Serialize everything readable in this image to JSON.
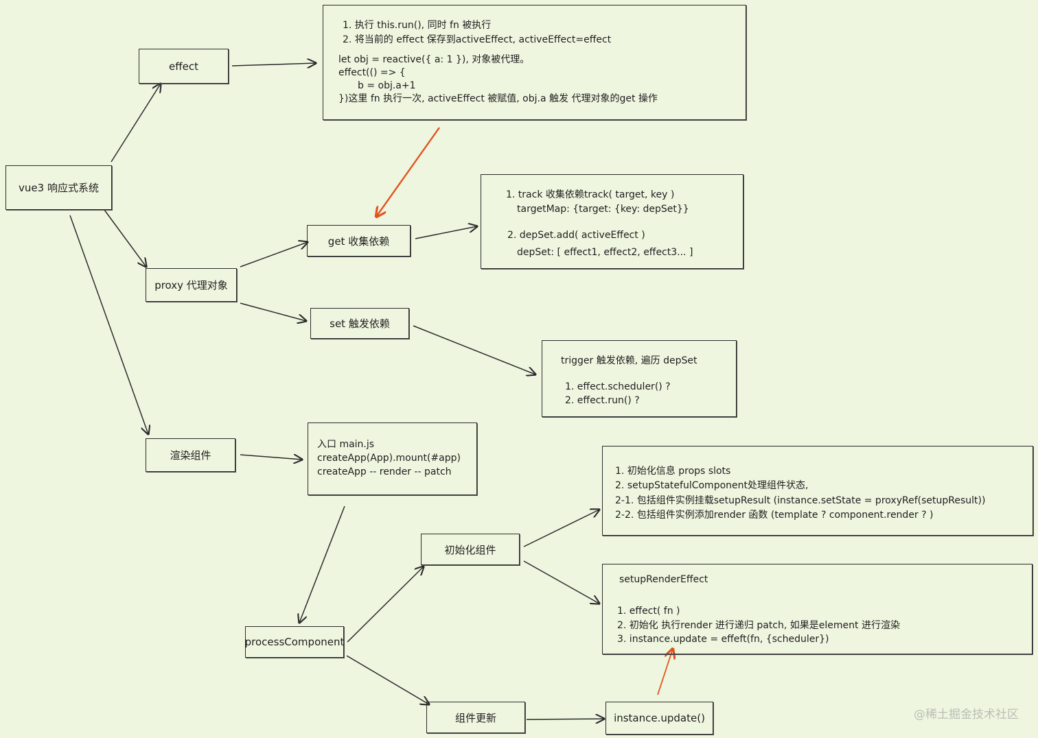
{
  "nodes": {
    "vue3": "vue3 响应式系统",
    "effect": "effect",
    "proxy": "proxy 代理对象",
    "get": "get 收集依赖",
    "set": "set 触发依赖",
    "render": "渲染组件",
    "process": "processComponent",
    "init": "初始化组件",
    "update": "组件更新",
    "instance_update": "instance.update()"
  },
  "notes": {
    "effect": [
      "1. 执行 this.run(), 同时 fn 被执行",
      "2. 将当前的 effect 保存到activeEffect, activeEffect=effect",
      "let obj = reactive({ a: 1 }), 对象被代理。",
      "effect(() => {",
      "b = obj.a+1",
      "})这里 fn 执行一次, activeEffect 被赋值, obj.a 触发 代理对象的get 操作"
    ],
    "track": [
      "1. track 收集依赖track( target, key )",
      "targetMap: {target: {key: depSet}}",
      "2. depSet.add( activeEffect )",
      "depSet: [ effect1, effect2, effect3... ]"
    ],
    "trigger": [
      "trigger 触发依赖, 遍历 depSet",
      "1. effect.scheduler() ?",
      "2. effect.run() ?"
    ],
    "main": [
      "入口 main.js",
      "createApp(App).mount(#app)",
      "createApp -- render -- patch"
    ],
    "init": [
      "1. 初始化信息 props slots",
      "2. setupStatefulComponent处理组件状态,",
      "2-1. 包括组件实例挂载setupResult (instance.setState = proxyRef(setupResult))",
      "2-2. 包括组件实例添加render 函数 (template ? component.render ? )"
    ],
    "render_effect": [
      "setupRenderEffect",
      "1. effect( fn )",
      "2. 初始化 执行render 进行递归 patch, 如果是element 进行渲染",
      "3. instance.update = effeft(fn, {scheduler})"
    ]
  },
  "watermark": "@稀土掘金技术社区",
  "colors": {
    "background": "#eff6e0",
    "stroke": "#2a2a2a",
    "accent_arrow": "#e2531f",
    "watermark": "#b9beb4"
  }
}
